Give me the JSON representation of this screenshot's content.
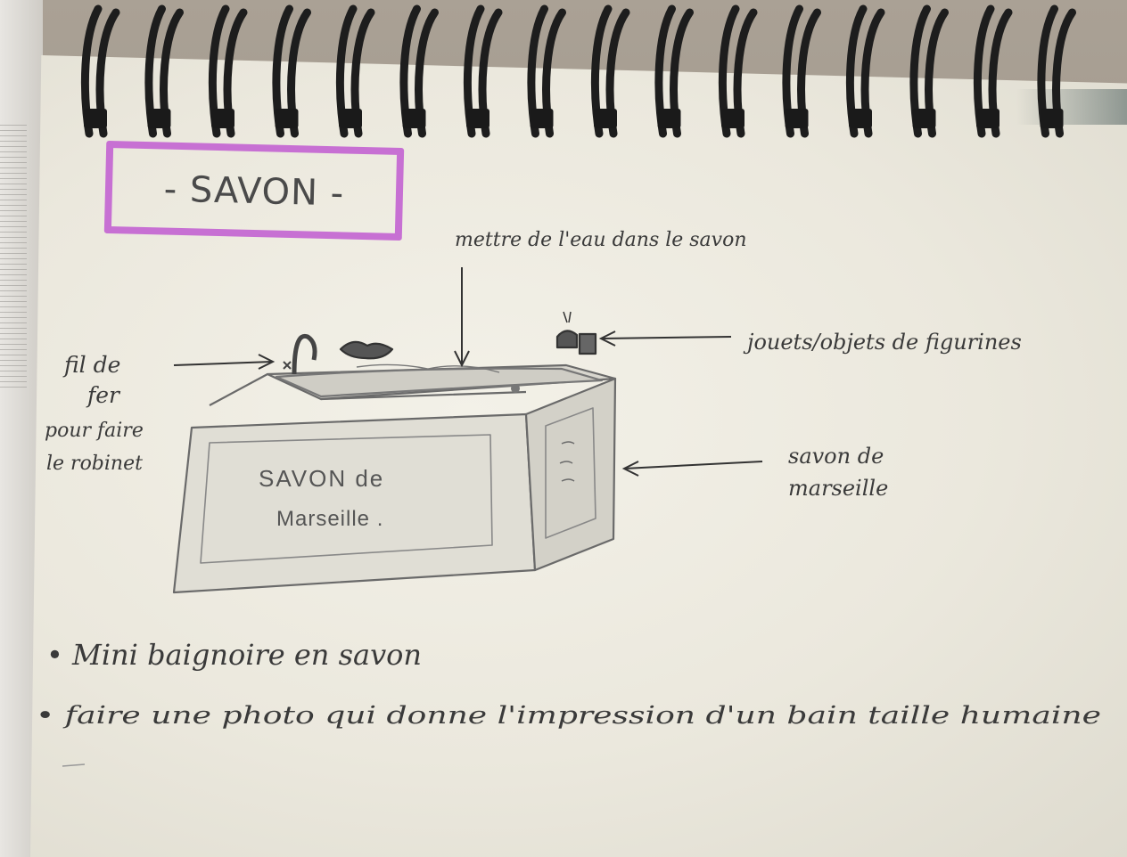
{
  "title": "- SAVON -",
  "annotations": {
    "water": "mettre de l'eau dans le savon",
    "wire": [
      "fil de",
      "fer",
      "pour faire",
      "le robinet"
    ],
    "toys": "jouets/objets de figurines",
    "soap": [
      "savon de",
      "marseille"
    ]
  },
  "block_label": [
    "SAVON de",
    "Marseille ."
  ],
  "notes": [
    "• Mini baignoire en savon",
    "• faire une photo qui donne l'impression d'un bain taille humaine"
  ],
  "colors": {
    "title_box": "#c770d3",
    "paper": "#ebe8dd",
    "ink": "#3a3a3a"
  }
}
